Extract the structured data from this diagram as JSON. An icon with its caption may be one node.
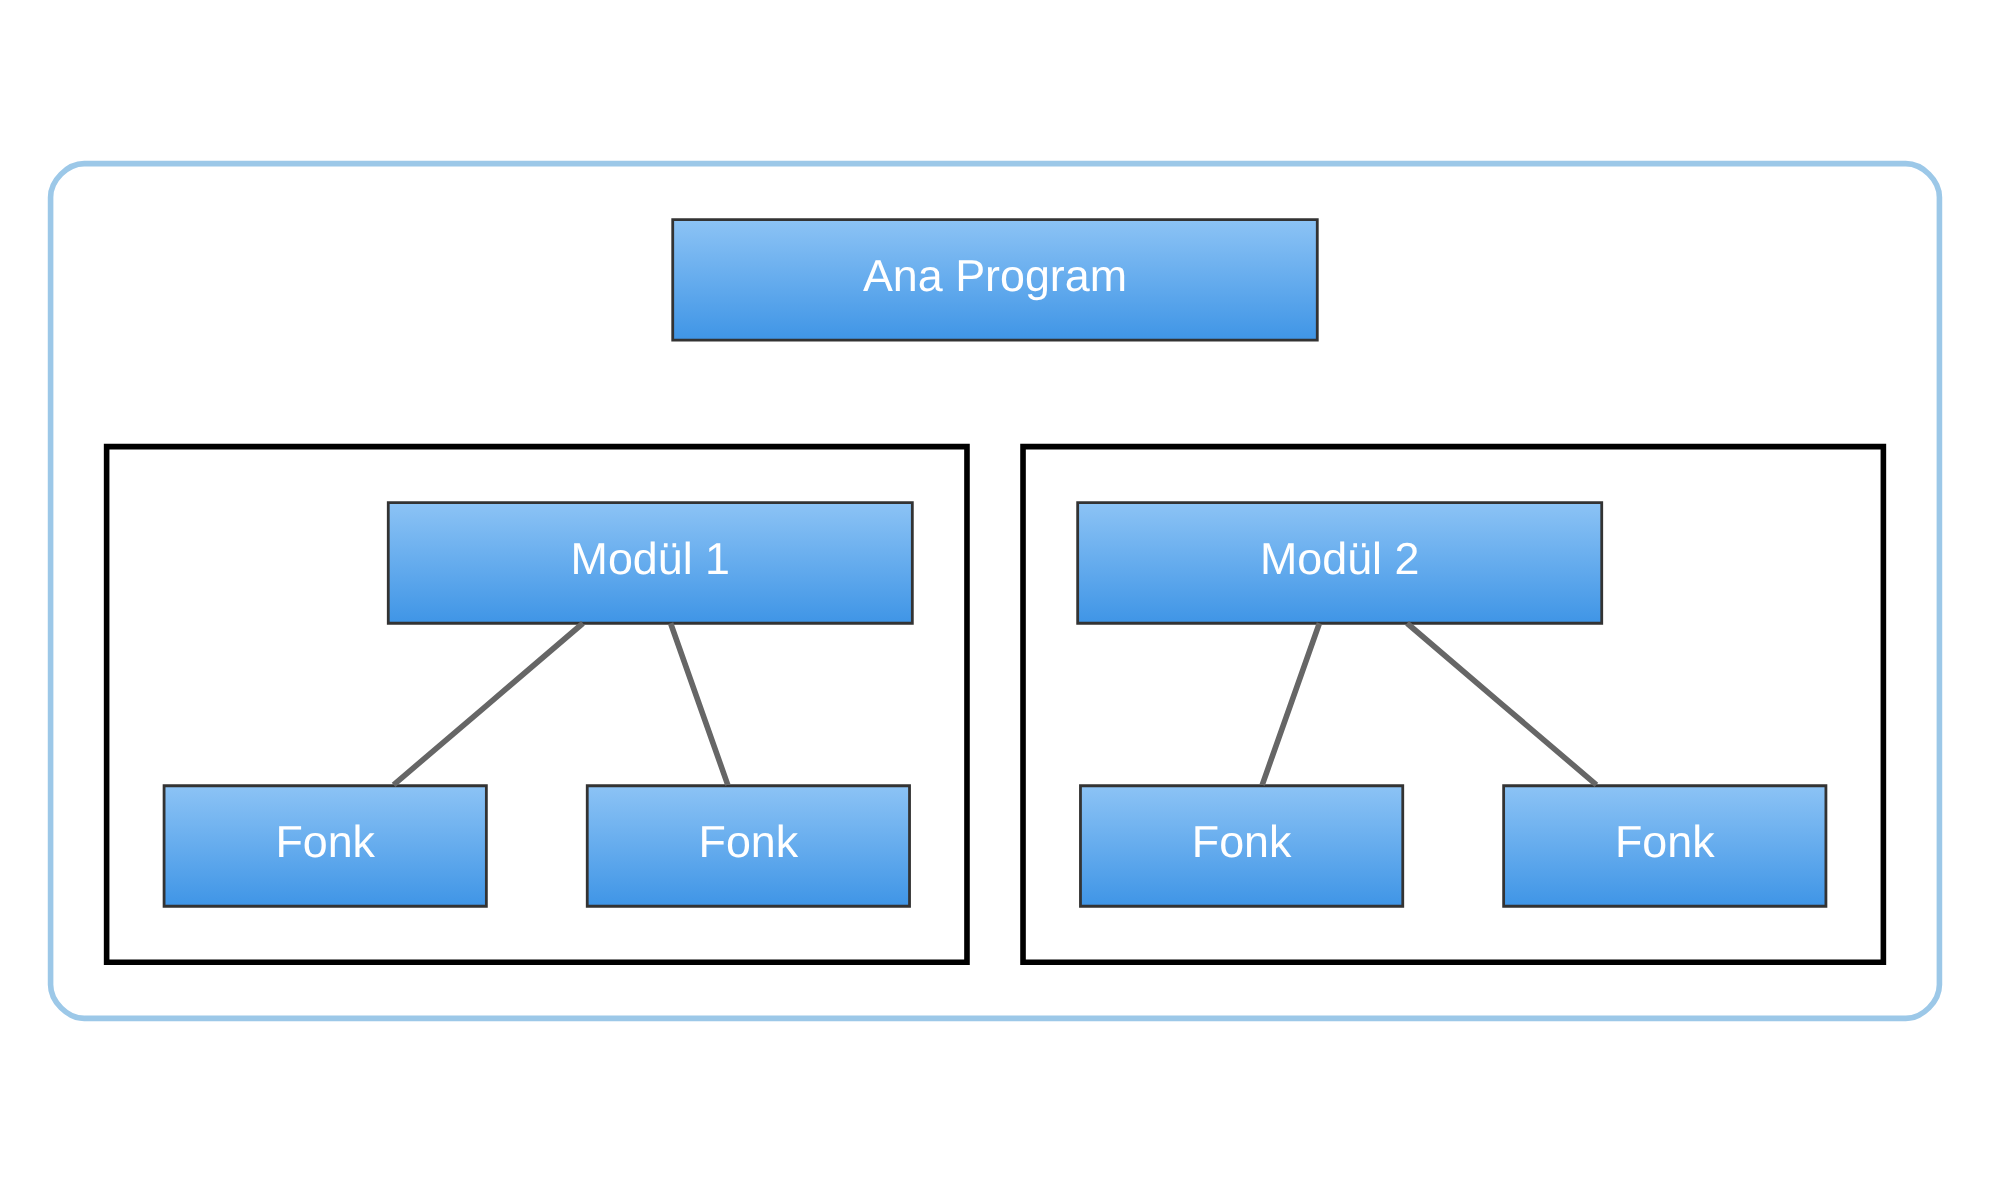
{
  "diagram": {
    "nodes": [
      {
        "text": [],
        "shape": "box"
      },
      {
        "text": [
          "Ana Program"
        ],
        "in": 0
      },
      {
        "text": [],
        "shape": "box",
        "in": 0
      },
      {
        "text": [
          "Modül 1"
        ],
        "in": 2
      },
      {
        "text": [
          "Fonk"
        ],
        "in": 2
      },
      {
        "text": [
          "Fonk"
        ],
        "in": 2
      },
      {
        "text": [],
        "shape": "box",
        "in": 0
      },
      {
        "text": [
          "Modül 2"
        ],
        "in": 6
      },
      {
        "text": [
          "Fonk"
        ],
        "in": 6
      },
      {
        "text": [
          "Fonk"
        ],
        "in": 6
      }
    ],
    "edges": [
      {
        "from": 3,
        "to": 4,
        "arrow": "none"
      },
      {
        "from": 3,
        "to": 5,
        "arrow": "none"
      },
      {
        "from": 7,
        "to": 8,
        "arrow": "none"
      },
      {
        "from": 7,
        "to": 9,
        "arrow": "none"
      }
    ]
  }
}
